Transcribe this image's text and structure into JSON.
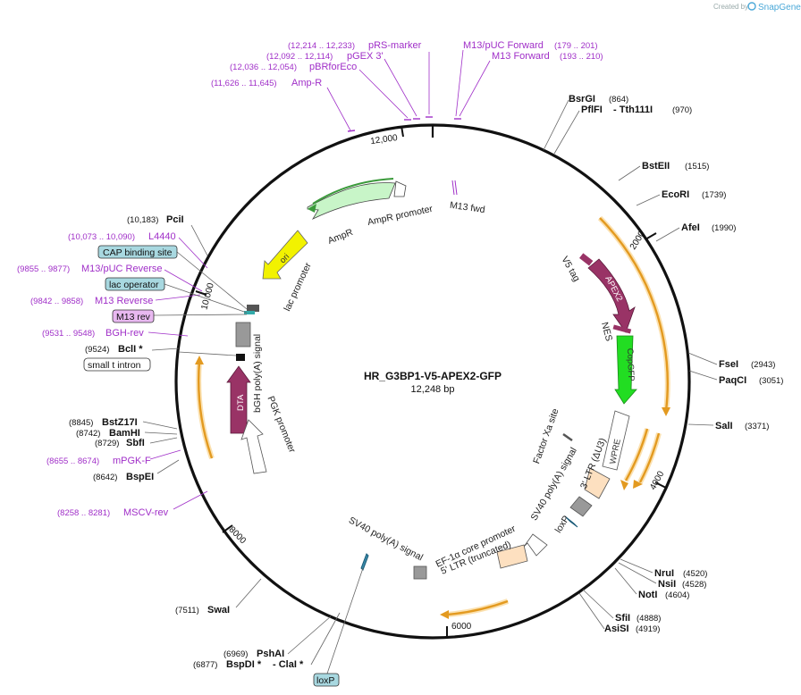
{
  "header": {
    "created_by": "Created by",
    "brand": "SnapGene"
  },
  "plasmid": {
    "name": "HR_G3BP1-V5-APEX2-GFP",
    "length_label": "12,248 bp"
  },
  "ticks": {
    "t2000": "2000",
    "t4000": "4000",
    "t6000": "6000",
    "t8000": "8000",
    "t10000": "10,000",
    "t12000": "12,000"
  },
  "sites": {
    "bsrgi": {
      "name": "BsrGI",
      "pos": "(864)"
    },
    "pflfi": {
      "name": "PflFI",
      "pos": "(970)"
    },
    "tth111i": {
      "name": "- Tth111I"
    },
    "bsteii": {
      "name": "BstEII",
      "pos": "(1515)"
    },
    "ecori": {
      "name": "EcoRI",
      "pos": "(1739)"
    },
    "afei": {
      "name": "AfeI",
      "pos": "(1990)"
    },
    "fsei": {
      "name": "FseI",
      "pos": "(2943)"
    },
    "paqci": {
      "name": "PaqCI",
      "pos": "(3051)"
    },
    "sali": {
      "name": "SalI",
      "pos": "(3371)"
    },
    "nrui": {
      "name": "NruI",
      "pos": "(4520)"
    },
    "nsii": {
      "name": "NsiI",
      "pos": "(4528)"
    },
    "noti": {
      "name": "NotI",
      "pos": "(4604)"
    },
    "sfii": {
      "name": "SfiI",
      "pos": "(4888)"
    },
    "asisi": {
      "name": "AsiSI",
      "pos": "(4919)"
    },
    "pshai": {
      "name": "PshAI",
      "pos": "(6969)"
    },
    "bspdi": {
      "name": "BspDI *",
      "pos": "(6877)"
    },
    "clai": {
      "name": "- ClaI *"
    },
    "swai": {
      "name": "SwaI",
      "pos": "(7511)"
    },
    "bspei": {
      "name": "BspEI",
      "pos": "(8642)"
    },
    "sbfi": {
      "name": "SbfI",
      "pos": "(8729)"
    },
    "bamhi": {
      "name": "BamHI",
      "pos": "(8742)"
    },
    "bstz17i": {
      "name": "BstZ17I",
      "pos": "(8845)"
    },
    "bcli": {
      "name": "BclI *",
      "pos": "(9524)"
    },
    "pcii": {
      "name": "PciI",
      "pos": "(10,183)"
    }
  },
  "primers": {
    "prs": {
      "name": "pRS-marker",
      "pos": "(12,214 .. 12,233)"
    },
    "pgex": {
      "name": "pGEX 3'",
      "pos": "(12,092 .. 12,114)"
    },
    "pbr": {
      "name": "pBRforEco",
      "pos": "(12,036 .. 12,054)"
    },
    "ampr": {
      "name": "Amp-R",
      "pos": "(11,626 .. 11,645)"
    },
    "m13puc": {
      "name": "M13/pUC Forward",
      "pos": "(179 .. 201)"
    },
    "m13fwd": {
      "name": "M13 Forward",
      "pos": "(193 .. 210)"
    },
    "l4440": {
      "name": "L4440",
      "pos": "(10,073 .. 10,090)"
    },
    "m13pucrev": {
      "name": "M13/pUC Reverse",
      "pos": "(9855 .. 9877)"
    },
    "m13rev": {
      "name": "M13 Reverse",
      "pos": "(9842 .. 9858)"
    },
    "bghrev": {
      "name": "BGH-rev",
      "pos": "(9531 .. 9548)"
    },
    "mpgkf": {
      "name": "mPGK-F",
      "pos": "(8655 .. 8674)"
    },
    "mscvrev": {
      "name": "MSCV-rev",
      "pos": "(8258 .. 8281)"
    }
  },
  "boxed": {
    "cap": "CAP binding site",
    "lacop": "lac operator",
    "m13rev": "M13 rev",
    "smallt": "small t intron",
    "loxp": "loxP"
  },
  "features": {
    "ampr_promoter": "AmpR promoter",
    "ampr": "AmpR",
    "m13_fwd": "M13 fwd",
    "ori": "ori",
    "lac_promoter": "lac promoter",
    "bgh": "bGH poly(A) signal",
    "pgk": "PGK promoter",
    "dta": "DTA",
    "v5": "V5 tag",
    "apex2": "APEX2",
    "nes": "NES",
    "copgfp": "CopGFP",
    "factor_xa": "Factor Xa site",
    "wpre": "WPRE",
    "ltr3": "3' LTR (ΔU3)",
    "sv40_a": "SV40 poly(A) signal",
    "loxp": "loxP",
    "ef1a": "EF-1α core promoter",
    "ltr5": "5' LTR (truncated)",
    "sv40_b": "SV40 poly(A) signal"
  },
  "colors": {
    "backbone": "#111111",
    "primer": "#a02fc8",
    "ampr": "#c8f5c8",
    "ori": "#f2f200",
    "apex2": "#993366",
    "dta": "#993366",
    "copgfp": "#22dd22",
    "orf": "#f0b040",
    "ltr": "#fde0c0",
    "box_blue": "#a8d8e0",
    "box_purple": "#e8b8f0"
  }
}
